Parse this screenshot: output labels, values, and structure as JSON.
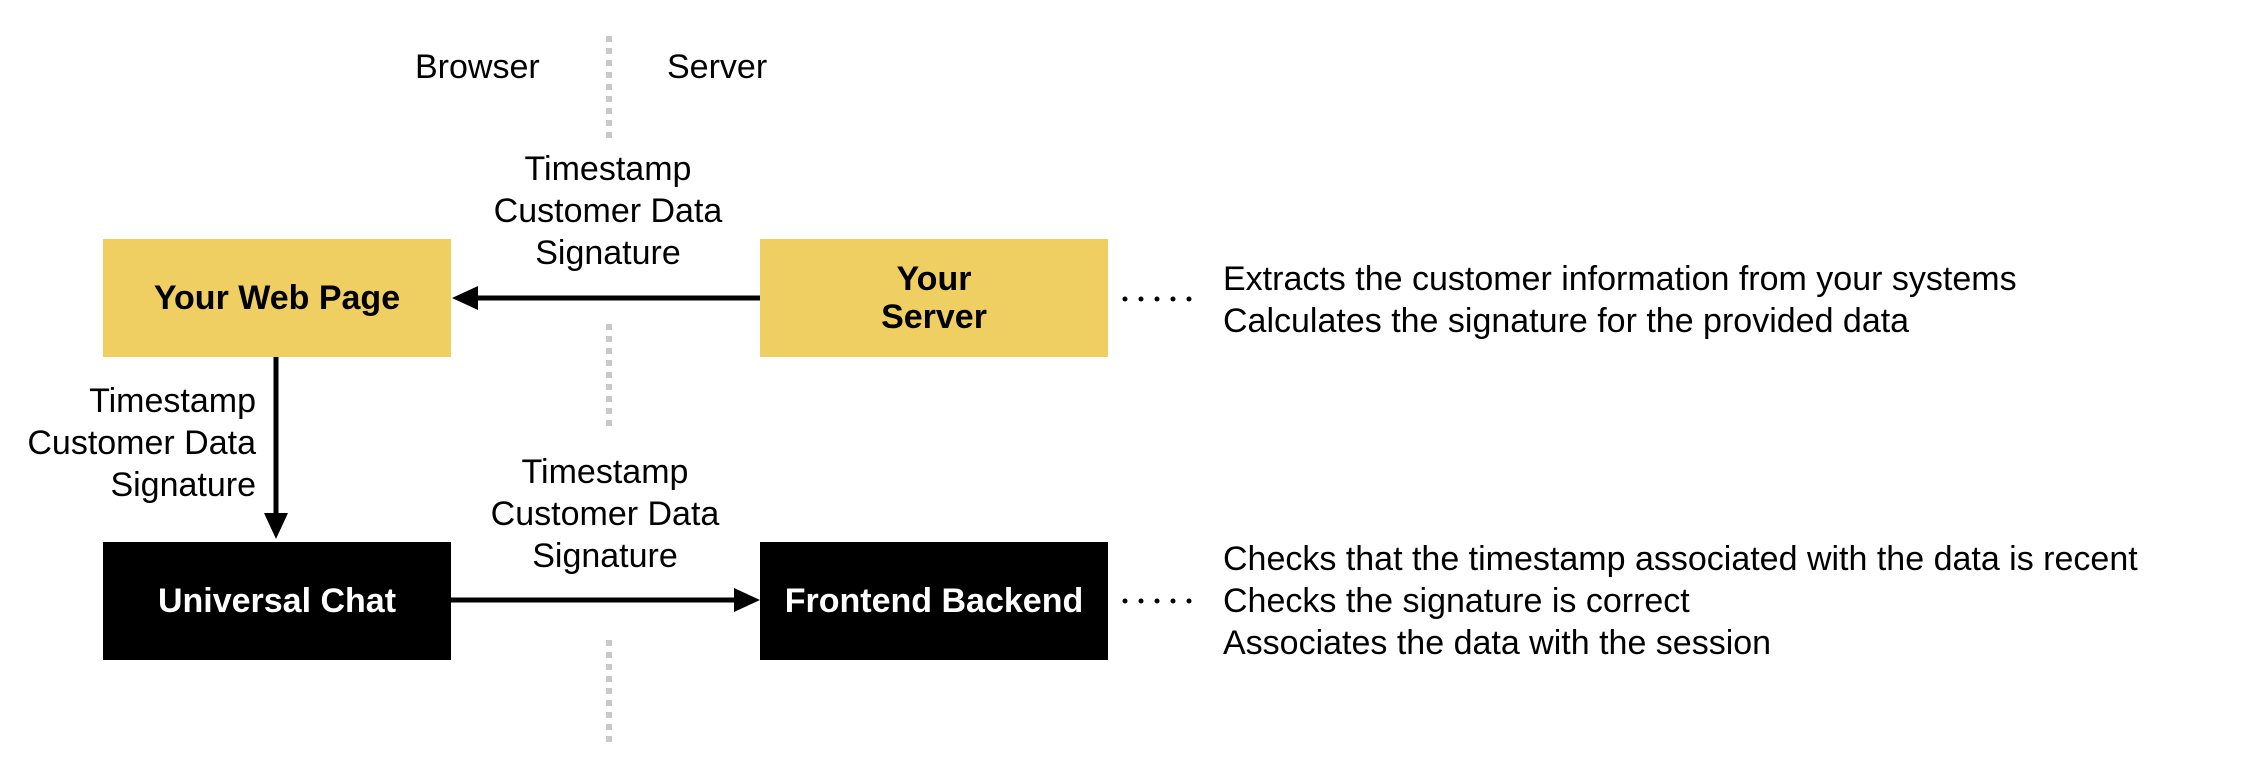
{
  "regions": {
    "browser": "Browser",
    "server": "Server"
  },
  "boxes": {
    "your_web_page": {
      "lines": [
        "Your Web Page"
      ],
      "color": "#f0cf62"
    },
    "your_server": {
      "lines": [
        "Your",
        "Server"
      ],
      "color": "#f0cf62"
    },
    "universal_chat": {
      "lines": [
        "Universal Chat"
      ],
      "color": "#000000"
    },
    "frontend_backend": {
      "lines": [
        "Frontend Backend"
      ],
      "color": "#000000"
    }
  },
  "edges": {
    "server_to_webpage": [
      "Timestamp",
      "Customer Data",
      "Signature"
    ],
    "webpage_to_chat": [
      "Timestamp",
      "Customer Data",
      "Signature"
    ],
    "chat_to_backend": [
      "Timestamp",
      "Customer Data",
      "Signature"
    ]
  },
  "notes": {
    "your_server": [
      "Extracts the customer information from your systems",
      "Calculates the signature for the provided data"
    ],
    "frontend_backend": [
      "Checks that the timestamp associated with the data is recent",
      "Checks the signature is correct",
      "Associates the data with the session"
    ]
  }
}
